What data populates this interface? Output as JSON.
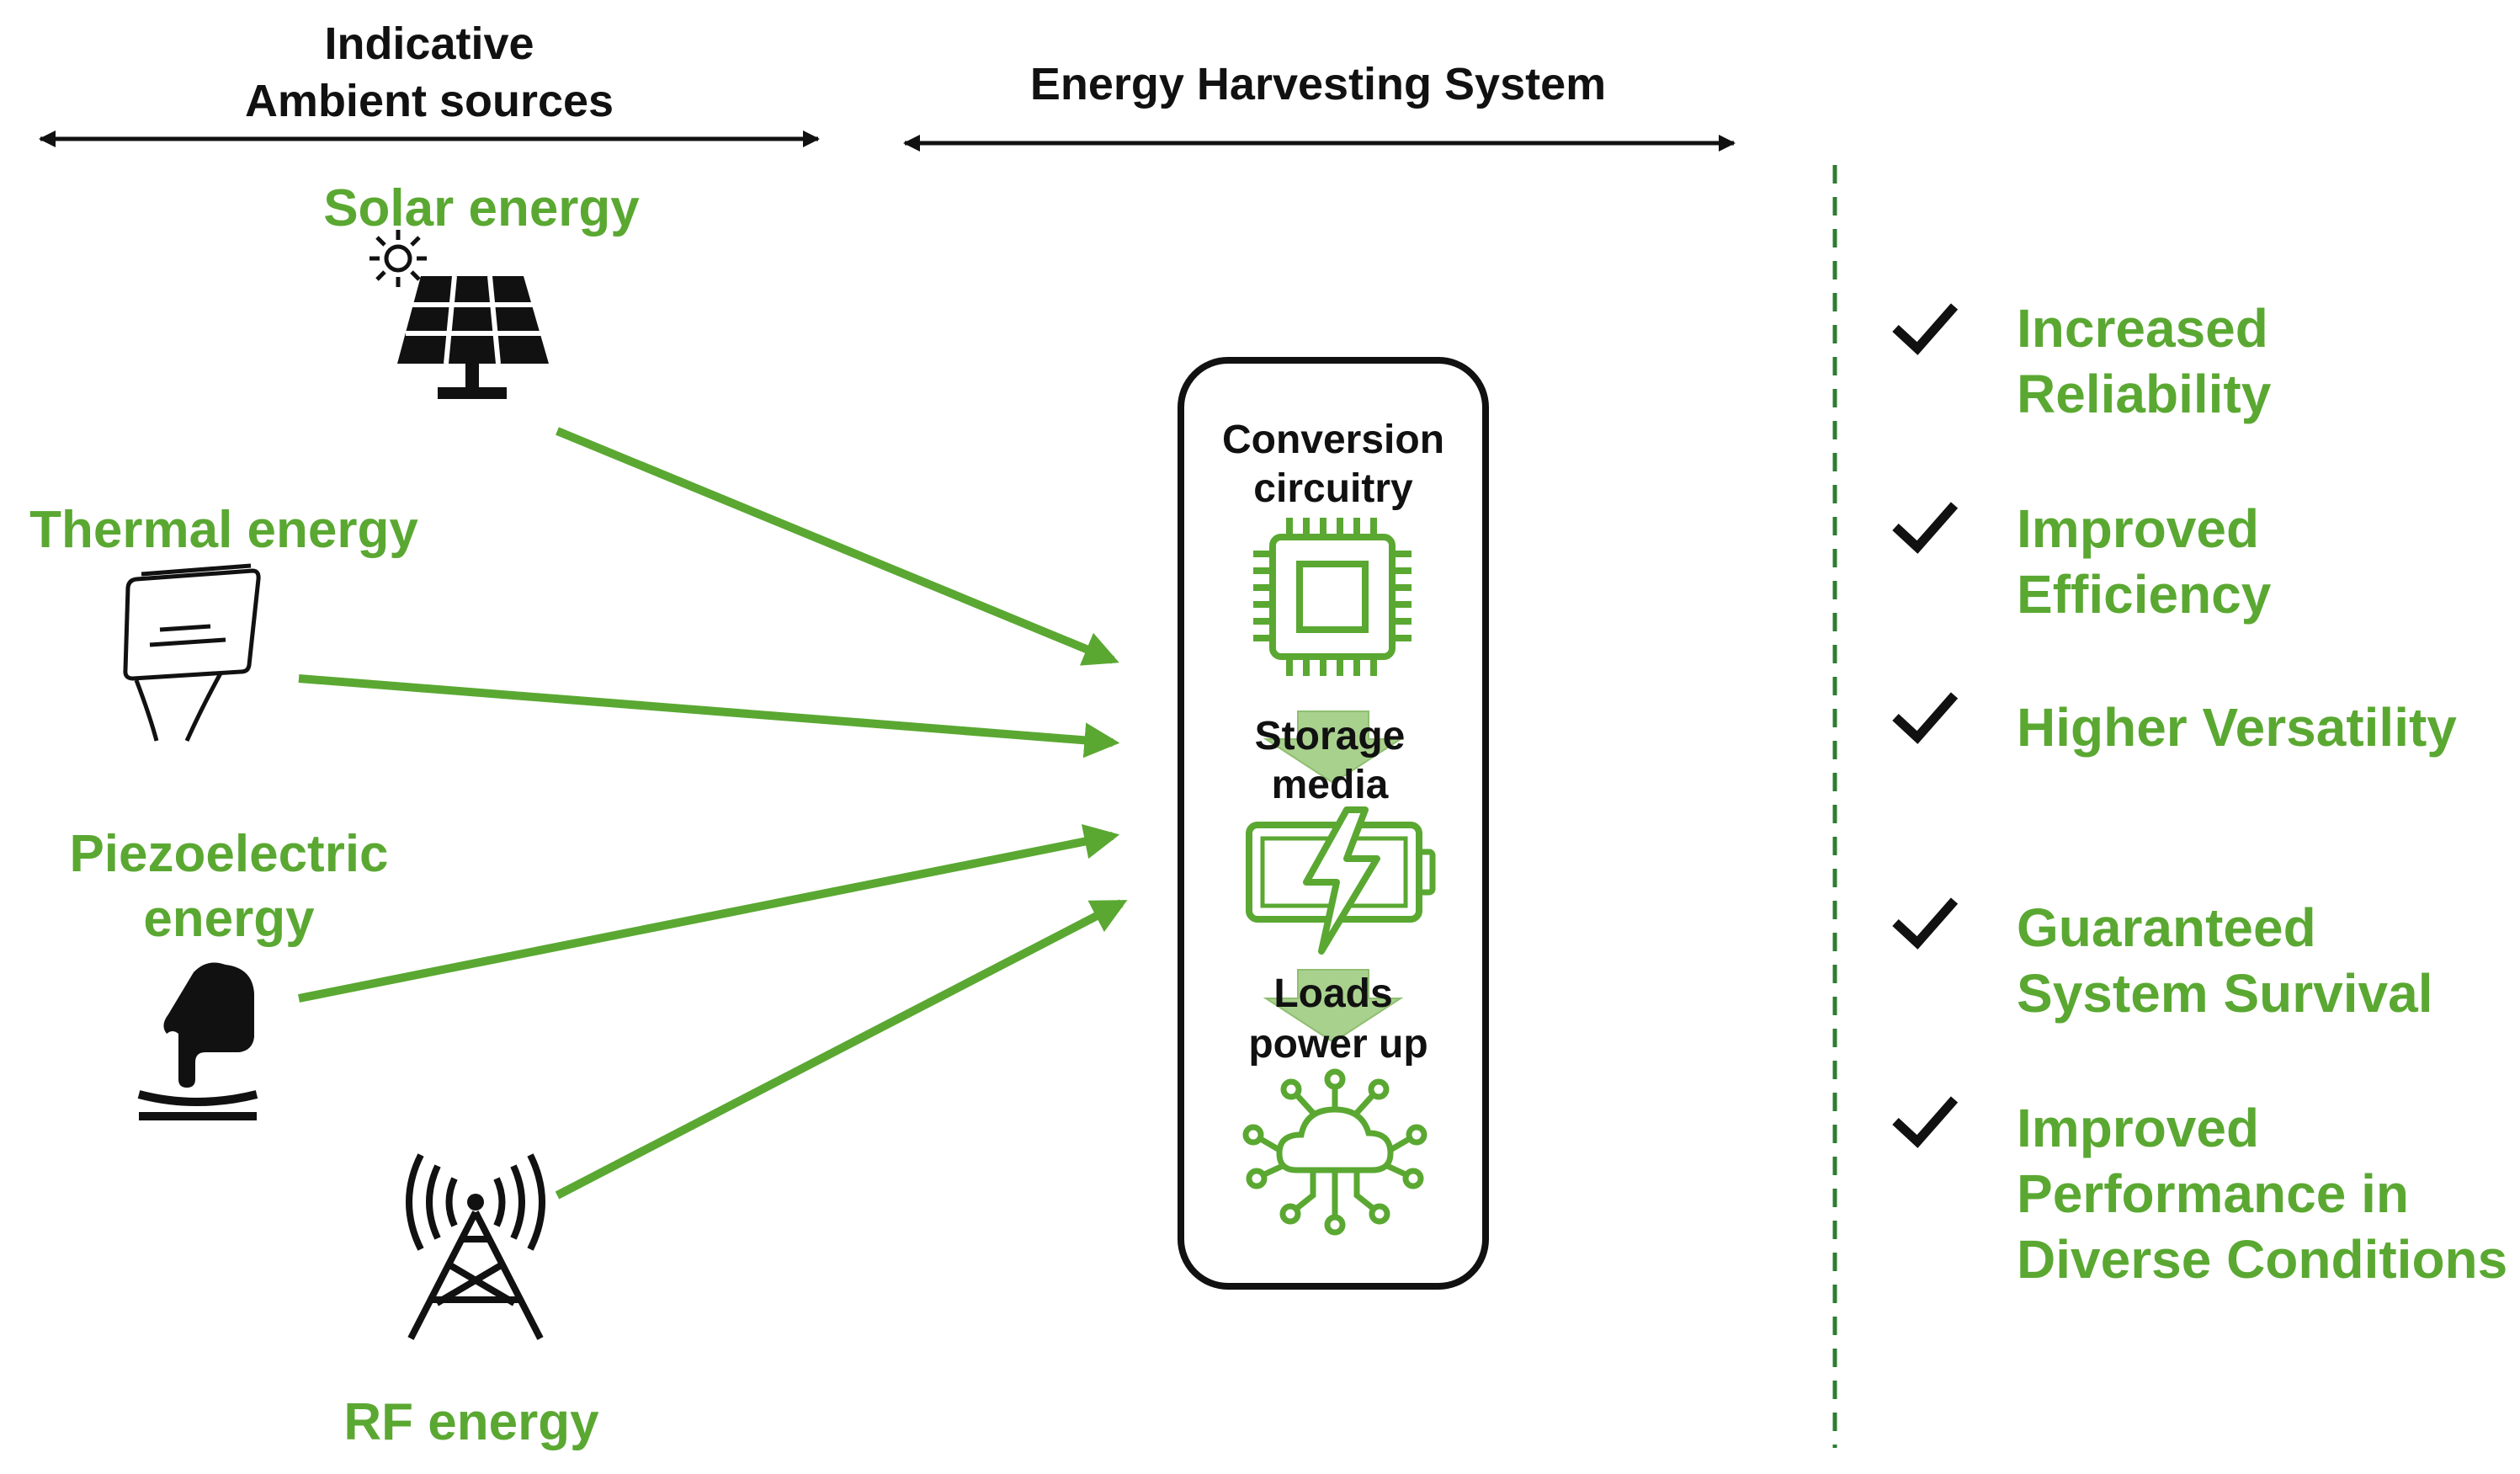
{
  "colors": {
    "accent": "#5aa832",
    "accent_light": "#a9d18e",
    "dark": "#111111"
  },
  "headers": {
    "ambient_line1": "Indicative",
    "ambient_line2": "Ambient sources",
    "system": "Energy Harvesting System"
  },
  "sources": {
    "solar": "Solar energy",
    "thermal": "Thermal energy",
    "piezo_line1": "Piezoelectric",
    "piezo_line2": "energy",
    "rf": "RF energy"
  },
  "system_box": {
    "conversion_line1": "Conversion",
    "conversion_line2": "circuitry",
    "storage_line1": "Storage",
    "storage_line2": "media",
    "loads_line1": "Loads",
    "loads_line2": "power up"
  },
  "benefits": [
    {
      "line1": "Increased",
      "line2": "Reliability",
      "line3": ""
    },
    {
      "line1": "Improved",
      "line2": "Efficiency",
      "line3": ""
    },
    {
      "line1": "Higher Versatility",
      "line2": "",
      "line3": ""
    },
    {
      "line1": "Guaranteed",
      "line2": "System Survival",
      "line3": ""
    },
    {
      "line1": "Improved",
      "line2": "Performance in",
      "line3": "Diverse Conditions"
    }
  ],
  "icons": {
    "solar": "solar-panel-icon",
    "thermal": "thermal-pad-icon",
    "piezo": "finger-press-icon",
    "rf": "radio-tower-icon",
    "chip": "microchip-icon",
    "battery": "battery-charging-icon",
    "loads": "cloud-network-icon",
    "check": "checkmark-icon"
  }
}
